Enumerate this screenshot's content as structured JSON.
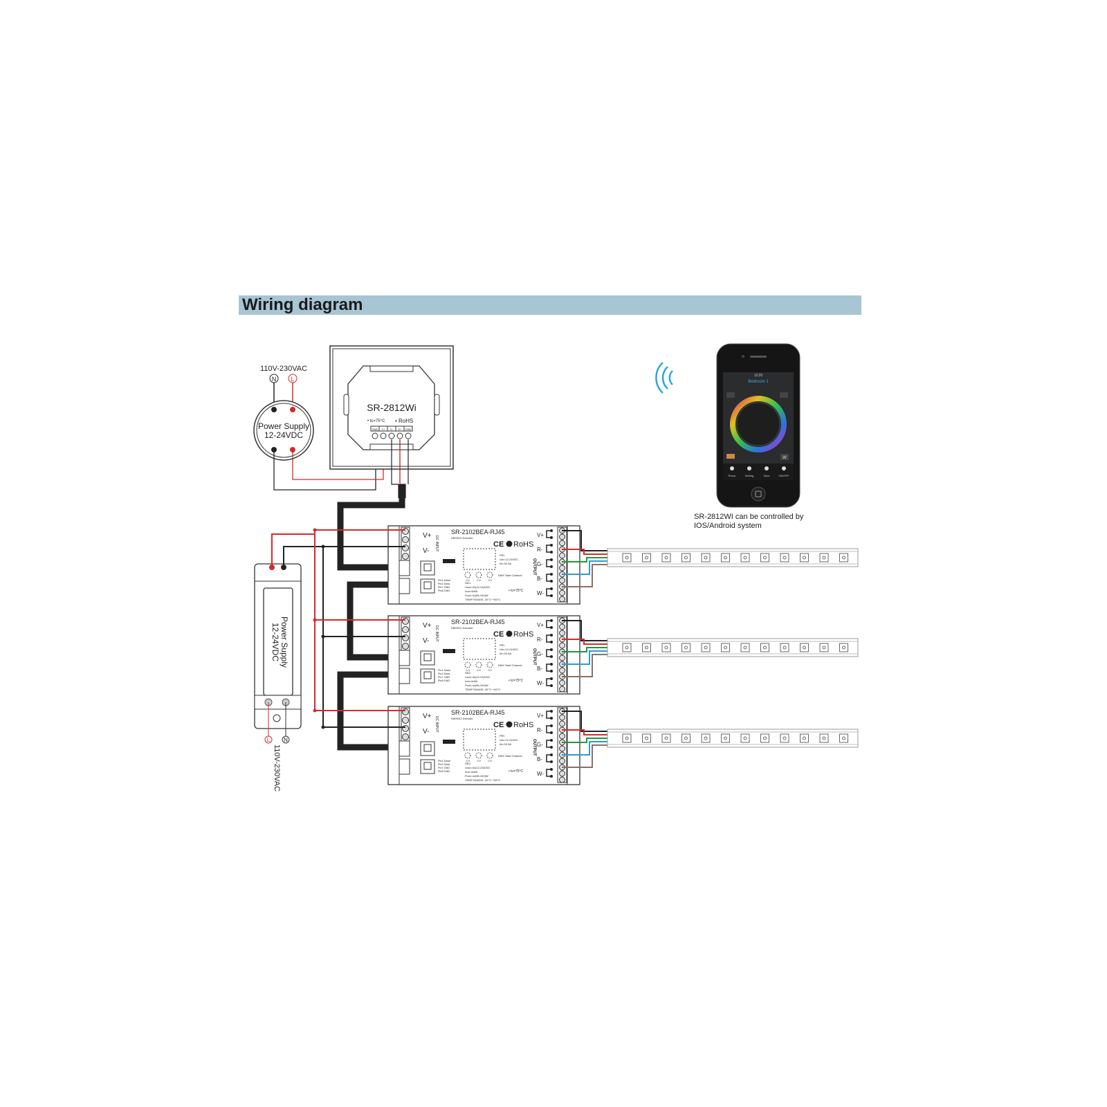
{
  "header": {
    "title": "Wiring diagram"
  },
  "mains": {
    "label": "110V-230VAC",
    "n": "N",
    "l": "L"
  },
  "round_psu": {
    "line1": "Power Supply",
    "line2": "12-24VDC"
  },
  "module": {
    "name": "SR-2812Wi",
    "tc": "• tc=75°C",
    "rohs": "• RoHS",
    "terminals": [
      "GND",
      "V+",
      "D-",
      "D+",
      "GND"
    ]
  },
  "phone": {
    "time": "12:20",
    "room": "Bedroom 1",
    "w_button": "W",
    "tabs": [
      "Room",
      "Setting",
      "Save",
      "ON/OFF"
    ],
    "caption1": "SR-2812WI can be controlled by",
    "caption2": "IOS/Android system"
  },
  "decoder": {
    "title": "SR-2102BEA-RJ45",
    "subtitle": "DMX512 Decoder",
    "rohs": "RoHS",
    "ce": "CE",
    "vplus": "V+",
    "vminus": "V-",
    "dc_input": "DC INPUT",
    "output": "OUTPUT",
    "out_labels": [
      "V+",
      "R-",
      "G-",
      "B-",
      "W-"
    ],
    "pri": "PRI:",
    "uin": "Uin=12-24VDC",
    "iin": "Iin=32.5A",
    "sec": "SEC:",
    "uout": "Uout=4x(12-24)VDC",
    "iout": "Iout=4x8A",
    "pout": "Pout=4x(96-192)W",
    "temp": "TEMP RANGE:-20°C~+60°C",
    "tc": "• tc=75°C",
    "dmx_start": "DMX Start Channel",
    "dial": "0-9",
    "pins": [
      "Pin1 Data+",
      "Pin2 Data-",
      "Pin7 GND",
      "Pin8 GND"
    ]
  },
  "linear_psu": {
    "line1": "Power Supply",
    "line2": "12-24VDC",
    "mains": "110V-230VAC",
    "l": "L",
    "n": "N"
  },
  "colors": {
    "header": "#a8c5d4",
    "red": "#d42a2a",
    "green": "#1a9a3a",
    "blue": "#2a9ad4",
    "brown": "#8a7060",
    "wifi": "#2aa8d8"
  }
}
